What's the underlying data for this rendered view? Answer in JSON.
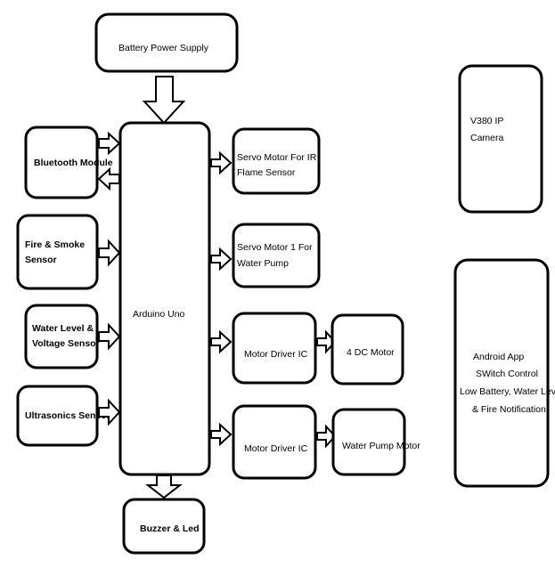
{
  "blocks": {
    "battery": "Battery Power Supply",
    "bluetooth": "Bluetooth Module",
    "fire_smoke": [
      "Fire & Smoke",
      "Sensor"
    ],
    "water_level": [
      "Water Level &",
      "Voltage Sensor"
    ],
    "ultrasonic": "Ultrasonics Sensor",
    "arduino": "Arduino Uno",
    "buzzer": "Buzzer & Led",
    "servo_ir": [
      "Servo Motor   For IR",
      "Flame Sensor"
    ],
    "servo_pump": [
      "Servo Motor 1 For",
      "Water Pump"
    ],
    "motor_driver_1": "Motor Driver IC",
    "motor_driver_2": "Motor Driver IC",
    "dc_motor": "4 DC Motor",
    "pump_motor": "Water Pump Motor",
    "camera": [
      "V380 IP",
      "Camera"
    ],
    "android": [
      "Android App",
      "SWitch Control",
      "Low Battery, Water Level",
      "& Fire Notification"
    ]
  }
}
